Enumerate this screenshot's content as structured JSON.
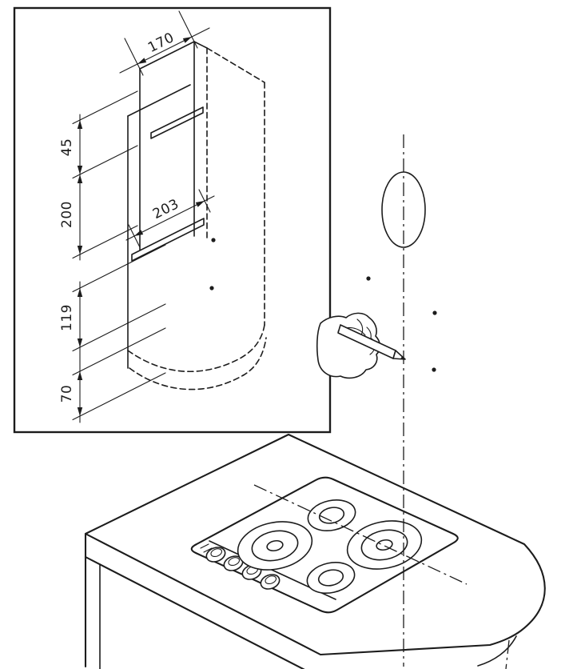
{
  "figure": {
    "type": "cooker-hood-installation-diagram",
    "colors": {
      "line": "#1c1c1c",
      "background": "#ffffff"
    }
  },
  "inset": {
    "dimensions": {
      "chimney_width": "170",
      "top_offset": "45",
      "upper_spacing": "200",
      "bracket_width": "203",
      "lower_spacing": "119",
      "bottom_offset": "70"
    }
  }
}
